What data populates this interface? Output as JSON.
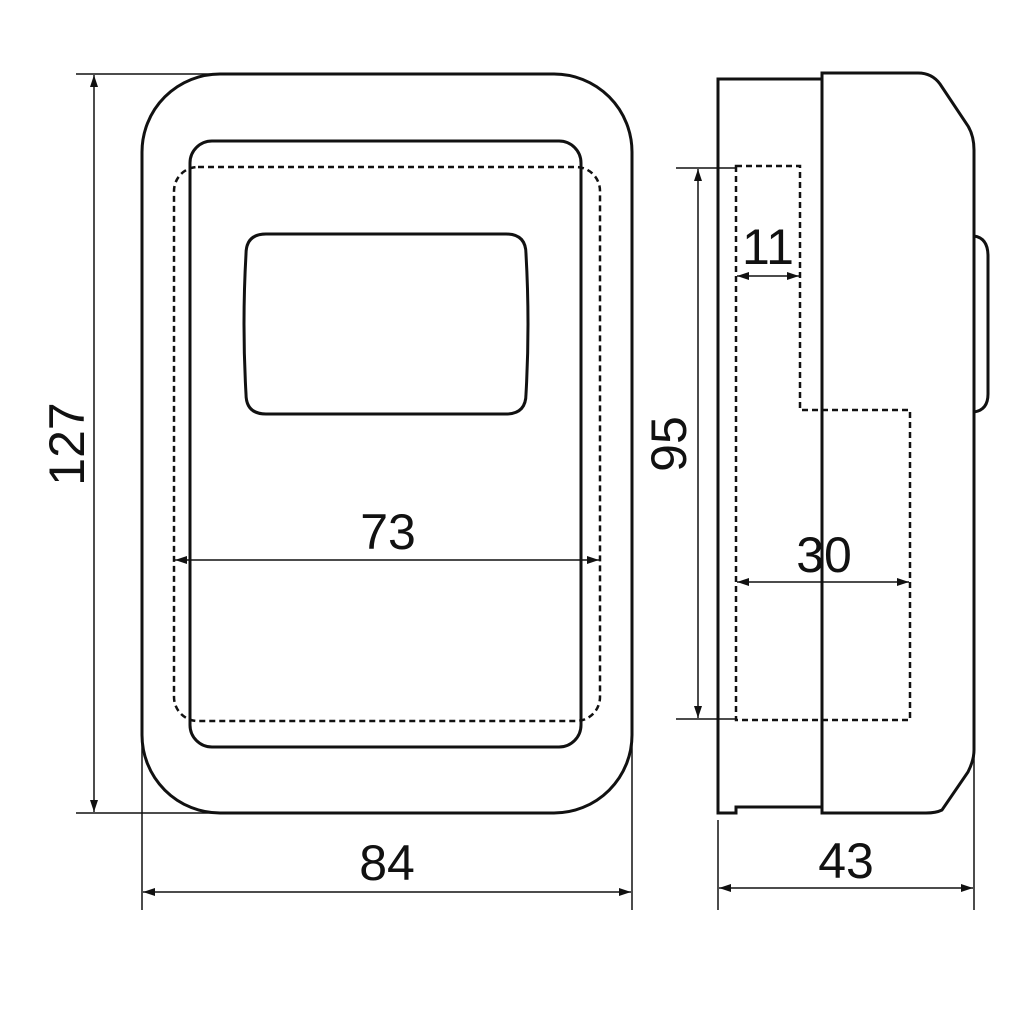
{
  "front_view": {
    "height_label": "127",
    "width_label": "84",
    "inner_width_label": "73"
  },
  "side_view": {
    "depth_label": "43",
    "inner_height_label": "95",
    "inner_depth_label": "30",
    "shelf_depth_label": "11"
  },
  "colors": {
    "line": "#111111",
    "background": "#ffffff"
  }
}
